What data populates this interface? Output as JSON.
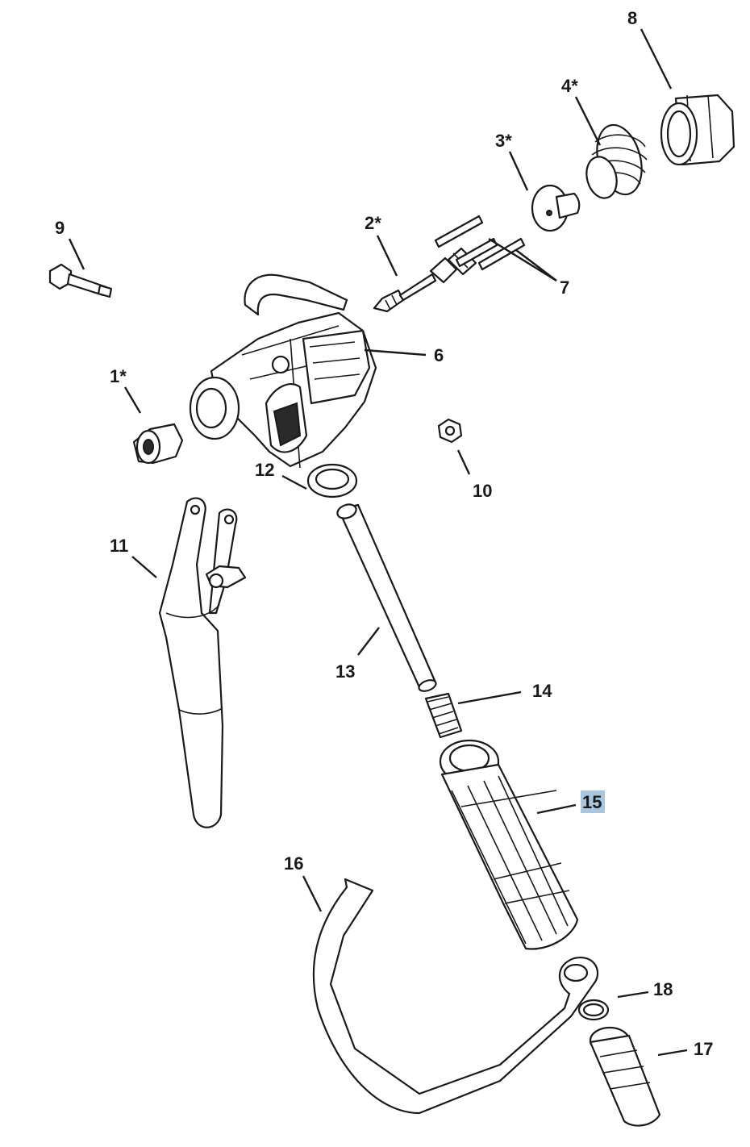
{
  "callouts": [
    {
      "id": "c1",
      "label": "1*"
    },
    {
      "id": "c2",
      "label": "2*"
    },
    {
      "id": "c3",
      "label": "3*"
    },
    {
      "id": "c4",
      "label": "4*"
    },
    {
      "id": "c6",
      "label": "6"
    },
    {
      "id": "c7",
      "label": "7"
    },
    {
      "id": "c8",
      "label": "8"
    },
    {
      "id": "c9",
      "label": "9"
    },
    {
      "id": "c10",
      "label": "10"
    },
    {
      "id": "c11",
      "label": "11"
    },
    {
      "id": "c12",
      "label": "12"
    },
    {
      "id": "c13",
      "label": "13"
    },
    {
      "id": "c14",
      "label": "14"
    },
    {
      "id": "c15",
      "label": "15",
      "highlighted": true
    },
    {
      "id": "c16",
      "label": "16"
    },
    {
      "id": "c17",
      "label": "17"
    },
    {
      "id": "c18",
      "label": "18"
    }
  ],
  "highlight_color": "#a9c6df"
}
